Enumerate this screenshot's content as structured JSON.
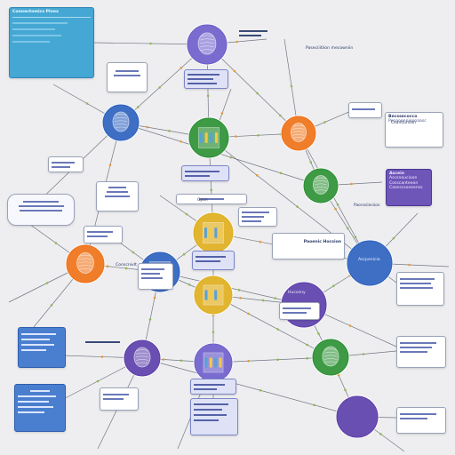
{
  "colors": {
    "background": "#eeeef0",
    "edge": "#4a4f60",
    "dot": "#8fb94f",
    "node_blue": "#3f6fc4",
    "node_green": "#3e9a45",
    "node_orange": "#f07d2a",
    "node_purple": "#6a4fb2",
    "node_yellow": "#e2b531"
  },
  "nodes": [
    {
      "id": "n1",
      "color": "#7a6ccf",
      "icon": "brain-icon"
    },
    {
      "id": "n2",
      "color": "#3f6fc4",
      "icon": "brain-icon"
    },
    {
      "id": "n3",
      "color": "#3e9a45",
      "icon": "circuit-icon"
    },
    {
      "id": "n4",
      "color": "#f07d2a",
      "icon": "brain-icon"
    },
    {
      "id": "n5",
      "color": "#3e9a45",
      "icon": "brain-icon"
    },
    {
      "id": "n6",
      "color": "#e2b531",
      "icon": "circuit-icon"
    },
    {
      "id": "n7",
      "color": "#f07d2a",
      "icon": "brain-icon"
    },
    {
      "id": "n8",
      "color": "#3f6fc4",
      "icon": "circuit-icon"
    },
    {
      "id": "n9",
      "color": "#3f6fc4",
      "icon": "none"
    },
    {
      "id": "n10",
      "color": "#e2b531",
      "icon": "circuit-icon"
    },
    {
      "id": "n11",
      "color": "#6a4fb2",
      "icon": "none"
    },
    {
      "id": "n12",
      "color": "#6a4fb2",
      "icon": "brain-icon"
    },
    {
      "id": "n13",
      "color": "#7a6ccf",
      "icon": "circuit-icon"
    },
    {
      "id": "n14",
      "color": "#3e9a45",
      "icon": "brain-icon"
    },
    {
      "id": "n15",
      "color": "#6a4fb2",
      "icon": "none"
    }
  ],
  "labels": {
    "legend_title": "Connectomics  Pinex",
    "n4_caption": "Ceantiumien",
    "n9_caption": "Paoenic Hocsion",
    "n8_caption": "Conscnivlt",
    "n11_caption": "Hucosny",
    "top_link": "Paseciiitiion mecowniin",
    "n14_link": "Paorssiiesiion",
    "n6_caption": "Gpon",
    "n9_side": "Ascpenicia"
  },
  "purple_box": {
    "title": "Ascein",
    "rows": [
      "Ascsnoucioon",
      "Cosscanteeon",
      "Casescsoeeenss"
    ]
  },
  "n4_box": {
    "title": "Becssecocco",
    "rows": [
      "Peoaoonnioooaasc"
    ]
  }
}
